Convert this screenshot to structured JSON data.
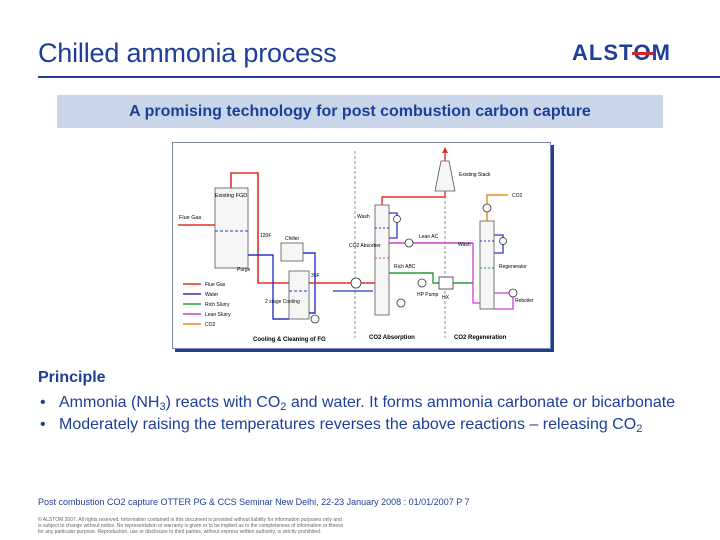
{
  "header": {
    "title": "Chilled ammonia process",
    "logo_text_a": "ALST",
    "logo_text_o": "O",
    "logo_text_b": "M"
  },
  "banner": {
    "text": "A promising technology for post combustion carbon capture"
  },
  "diagram": {
    "labels": {
      "existing_fgd": "Existing FGD",
      "flue_gas": "Flue Gas",
      "t120f": "120F",
      "chiller": "Chiller",
      "purge": "Purge",
      "t35f": "35F",
      "two_stage": "2 stage Cooling",
      "wash_1": "Wash",
      "co2_absorber": "CO2 Absorber",
      "lean_ac": "Lean AC",
      "rich_abc": "Rich ABC",
      "hp_pump": "HP Pump",
      "hx": "HX",
      "existing_stack": "Existing Stack",
      "co2_out": "CO2",
      "wash_2": "Wash",
      "regenerator": "Regenerator",
      "reboiler": "Reboiler",
      "section_cooling": "Cooling & Cleaning of FG",
      "section_absorption": "CO2 Absorption",
      "section_regeneration": "CO2 Regeneration"
    },
    "legend": [
      {
        "label": "Flue Gas",
        "color": "#e0302a"
      },
      {
        "label": "Water",
        "color": "#2a35c8"
      },
      {
        "label": "Rich Slurry",
        "color": "#2a9a3a"
      },
      {
        "label": "Lean Slurry",
        "color": "#d03cd0"
      },
      {
        "label": "CO2",
        "color": "#f08a1e"
      }
    ]
  },
  "principle": {
    "heading": "Principle",
    "b1_pre": "Ammonia (NH",
    "b1_sub1": "3",
    "b1_mid": ") reacts with CO",
    "b1_sub2": "2",
    "b1_post": " and water. It forms ammonia carbonate or bicarbonate",
    "b2_pre": "Moderately raising the temperatures reverses the above reactions – releasing CO",
    "b2_sub": "2",
    "bullet_char": "•"
  },
  "footer": {
    "citation": "Post combustion CO2 capture OTTER PG & CCS Seminar New Delhi, 22-23 January 2008 : 01/01/2007  P 7",
    "legal_1": "© ALSTOM 2007. All rights reserved. Information contained in this document is provided without liability for information purposes only and",
    "legal_2": "is subject to change without notice. No representation or warranty is given or to be implied as to the completeness of information or fitness",
    "legal_3": "for any particular purpose. Reproduction, use or disclosure to third parties, without express written authority, is strictly prohibited."
  }
}
